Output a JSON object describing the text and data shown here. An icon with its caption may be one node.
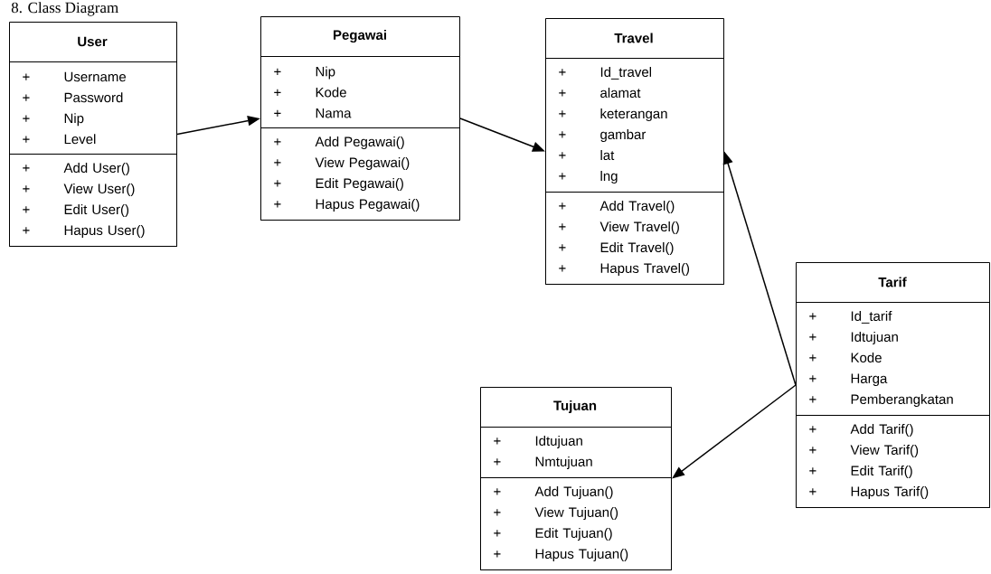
{
  "diagram": {
    "title": "8. Class Diagram",
    "nodes": [
      {
        "text": [
          "User"
        ]
      },
      {
        "text": [
          "+",
          "Username",
          "+",
          "Password",
          "+",
          "Nip",
          "+",
          "Level"
        ],
        "in": 0
      },
      {
        "text": [
          "+",
          "Add User()",
          "+",
          "View User()",
          "+",
          "Edit User()",
          "+",
          "Hapus User()"
        ],
        "in": 0
      },
      {
        "text": [
          "Pegawai"
        ]
      },
      {
        "text": [
          "+",
          "Nip",
          "+",
          "Kode",
          "+",
          "Nama"
        ],
        "in": 3
      },
      {
        "text": [
          "+",
          "Add Pegawai()",
          "+",
          "View Pegawai()",
          "+",
          "Edit Pegawai()",
          "+",
          "Hapus Pegawai()"
        ],
        "in": 3
      },
      {
        "text": [
          "Travel"
        ]
      },
      {
        "text": [
          "+",
          "Id_travel",
          "+",
          "alamat",
          "+",
          "keterangan",
          "+",
          "gambar",
          "+",
          "lat",
          "+",
          "lng"
        ],
        "in": 6
      },
      {
        "text": [
          "+",
          "Add Travel()",
          "+",
          "View Travel()",
          "+",
          "Edit Travel()",
          "+",
          "Hapus Travel()"
        ],
        "in": 6
      },
      {
        "text": [
          "Tarif"
        ]
      },
      {
        "text": [
          "+",
          "Id_tarif",
          "+",
          "Idtujuan",
          "+",
          "Kode",
          "+",
          "Harga",
          "+",
          "Pemberangkatan"
        ],
        "in": 9
      },
      {
        "text": [
          "+",
          "Add Tarif()",
          "+",
          "View Tarif()",
          "+",
          "Edit Tarif()",
          "+",
          "Hapus Tarif()"
        ],
        "in": 9
      },
      {
        "text": [
          "Tujuan"
        ]
      },
      {
        "text": [
          "+",
          "Idtujuan",
          "+",
          "Nmtujuan"
        ],
        "in": 12
      },
      {
        "text": [
          "+",
          "Add Tujuan()",
          "+",
          "View Tujuan()",
          "+",
          "Edit Tujuan()",
          "+",
          "Hapus Tujuan()"
        ],
        "in": 12
      }
    ],
    "edges": [
      {
        "from": 0,
        "to": 3,
        "arrow": "to"
      },
      {
        "from": 3,
        "to": 6,
        "arrow": "to"
      },
      {
        "from": 9,
        "to": 6,
        "arrow": "to"
      },
      {
        "from": 9,
        "to": 12,
        "arrow": "to"
      }
    ]
  }
}
